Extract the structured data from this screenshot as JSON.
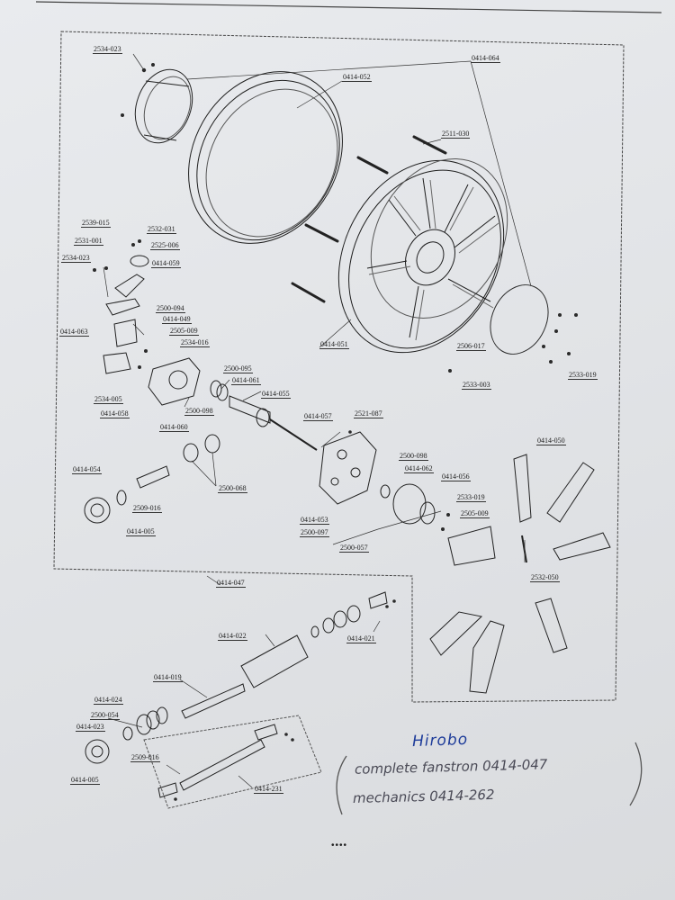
{
  "part_labels": [
    {
      "id": "2534-023",
      "text": "2534-023"
    },
    {
      "id": "0414-064",
      "text": "0414-064"
    },
    {
      "id": "0414-052",
      "text": "0414-052"
    },
    {
      "id": "2511-030",
      "text": "2511-030"
    },
    {
      "id": "2539-015",
      "text": "2539-015"
    },
    {
      "id": "2532-031",
      "text": "2532-031"
    },
    {
      "id": "2531-001",
      "text": "2531-001"
    },
    {
      "id": "2525-006",
      "text": "2525-006"
    },
    {
      "id": "2534-023b",
      "text": "2534-023"
    },
    {
      "id": "0414-059",
      "text": "0414-059"
    },
    {
      "id": "0414-063",
      "text": "0414-063"
    },
    {
      "id": "2500-094",
      "text": "2500-094"
    },
    {
      "id": "0414-049",
      "text": "0414-049"
    },
    {
      "id": "2505-009",
      "text": "2505-009"
    },
    {
      "id": "2534-016",
      "text": "2534-016"
    },
    {
      "id": "0414-051",
      "text": "0414-051"
    },
    {
      "id": "2506-017",
      "text": "2506-017"
    },
    {
      "id": "2533-003",
      "text": "2533-003"
    },
    {
      "id": "2533-019",
      "text": "2533-019"
    },
    {
      "id": "2500-095",
      "text": "2500-095"
    },
    {
      "id": "0414-061",
      "text": "0414-061"
    },
    {
      "id": "2534-005",
      "text": "2534-005"
    },
    {
      "id": "0414-055",
      "text": "0414-055"
    },
    {
      "id": "0414-058",
      "text": "0414-058"
    },
    {
      "id": "2500-098",
      "text": "2500-098"
    },
    {
      "id": "0414-057",
      "text": "0414-057"
    },
    {
      "id": "2521-087",
      "text": "2521-087"
    },
    {
      "id": "0414-060",
      "text": "0414-060"
    },
    {
      "id": "0414-050",
      "text": "0414-050"
    },
    {
      "id": "2500-098b",
      "text": "2500-098"
    },
    {
      "id": "0414-062",
      "text": "0414-062"
    },
    {
      "id": "0414-054",
      "text": "0414-054"
    },
    {
      "id": "0414-056",
      "text": "0414-056"
    },
    {
      "id": "2500-068",
      "text": "2500-068"
    },
    {
      "id": "2509-016",
      "text": "2509-016"
    },
    {
      "id": "2533-019b",
      "text": "2533-019"
    },
    {
      "id": "2505-009b",
      "text": "2505-009"
    },
    {
      "id": "0414-005",
      "text": "0414-005"
    },
    {
      "id": "0414-053",
      "text": "0414-053"
    },
    {
      "id": "2500-097",
      "text": "2500-097"
    },
    {
      "id": "2500-057",
      "text": "2500-057"
    },
    {
      "id": "2532-050",
      "text": "2532-050"
    },
    {
      "id": "0414-047",
      "text": "0414-047"
    },
    {
      "id": "0414-022",
      "text": "0414-022"
    },
    {
      "id": "0414-021",
      "text": "0414-021"
    },
    {
      "id": "0414-019",
      "text": "0414-019"
    },
    {
      "id": "0414-024",
      "text": "0414-024"
    },
    {
      "id": "2500-054",
      "text": "2500-054"
    },
    {
      "id": "0414-023",
      "text": "0414-023"
    },
    {
      "id": "2509-016b",
      "text": "2509-016"
    },
    {
      "id": "0414-005b",
      "text": "0414-005"
    },
    {
      "id": "0414-231",
      "text": "0414-231"
    }
  ],
  "handwriting": {
    "brand": "Hirobo",
    "line1": "complete fanstron 0414-047",
    "line2": "mechanics   0414-262"
  },
  "footer": {
    "dots": "••••"
  }
}
